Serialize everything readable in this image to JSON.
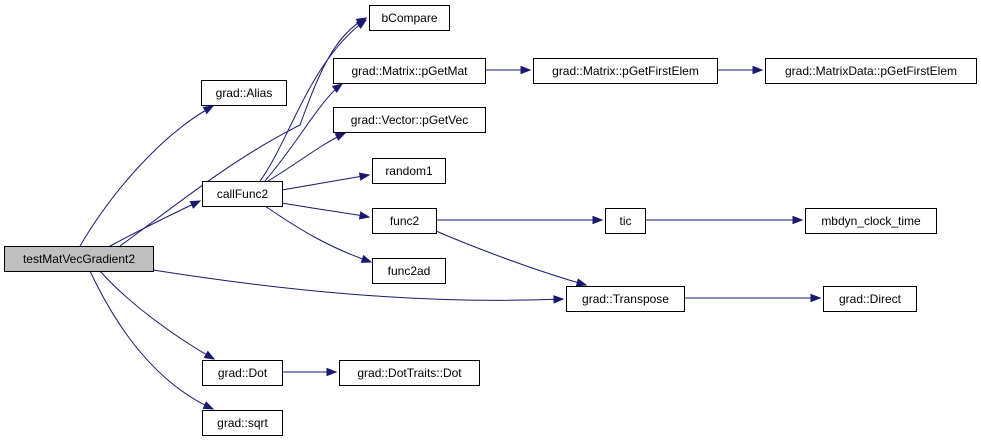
{
  "nodes": [
    {
      "id": "testMatVecGradient2",
      "label": "testMatVecGradient2",
      "root": true
    },
    {
      "id": "grad_Alias",
      "label": "grad::Alias"
    },
    {
      "id": "callFunc2",
      "label": "callFunc2"
    },
    {
      "id": "grad_Dot",
      "label": "grad::Dot"
    },
    {
      "id": "grad_sqrt",
      "label": "grad::sqrt"
    },
    {
      "id": "bCompare",
      "label": "bCompare"
    },
    {
      "id": "grad_Matrix_pGetMat",
      "label": "grad::Matrix::pGetMat"
    },
    {
      "id": "grad_Vector_pGetVec",
      "label": "grad::Vector::pGetVec"
    },
    {
      "id": "random1",
      "label": "random1"
    },
    {
      "id": "func2",
      "label": "func2"
    },
    {
      "id": "func2ad",
      "label": "func2ad"
    },
    {
      "id": "grad_DotTraits_Dot",
      "label": "grad::DotTraits::Dot"
    },
    {
      "id": "grad_Matrix_pGetFirstElem",
      "label": "grad::Matrix::pGetFirstElem"
    },
    {
      "id": "grad_MatrixData_pGetFirstElem",
      "label": "grad::MatrixData::pGetFirstElem"
    },
    {
      "id": "tic",
      "label": "tic"
    },
    {
      "id": "mbdyn_clock_time",
      "label": "mbdyn_clock_time"
    },
    {
      "id": "grad_Transpose",
      "label": "grad::Transpose"
    },
    {
      "id": "grad_Direct",
      "label": "grad::Direct"
    }
  ],
  "edges": [
    {
      "from": "testMatVecGradient2",
      "to": "grad_Alias"
    },
    {
      "from": "testMatVecGradient2",
      "to": "bCompare"
    },
    {
      "from": "testMatVecGradient2",
      "to": "callFunc2"
    },
    {
      "from": "testMatVecGradient2",
      "to": "grad_Transpose"
    },
    {
      "from": "testMatVecGradient2",
      "to": "grad_Dot"
    },
    {
      "from": "testMatVecGradient2",
      "to": "grad_sqrt"
    },
    {
      "from": "callFunc2",
      "to": "bCompare"
    },
    {
      "from": "callFunc2",
      "to": "grad_Matrix_pGetMat"
    },
    {
      "from": "callFunc2",
      "to": "grad_Vector_pGetVec"
    },
    {
      "from": "callFunc2",
      "to": "random1"
    },
    {
      "from": "callFunc2",
      "to": "func2"
    },
    {
      "from": "callFunc2",
      "to": "func2ad"
    },
    {
      "from": "grad_Matrix_pGetMat",
      "to": "grad_Matrix_pGetFirstElem"
    },
    {
      "from": "grad_Matrix_pGetFirstElem",
      "to": "grad_MatrixData_pGetFirstElem"
    },
    {
      "from": "func2",
      "to": "tic"
    },
    {
      "from": "func2",
      "to": "grad_Transpose"
    },
    {
      "from": "tic",
      "to": "mbdyn_clock_time"
    },
    {
      "from": "grad_Transpose",
      "to": "grad_Direct"
    },
    {
      "from": "grad_Dot",
      "to": "grad_DotTraits_Dot"
    }
  ],
  "colors": {
    "edge": "#191970",
    "root_fill": "#bfbfbf",
    "node_fill": "#ffffff",
    "node_border": "#000000"
  }
}
